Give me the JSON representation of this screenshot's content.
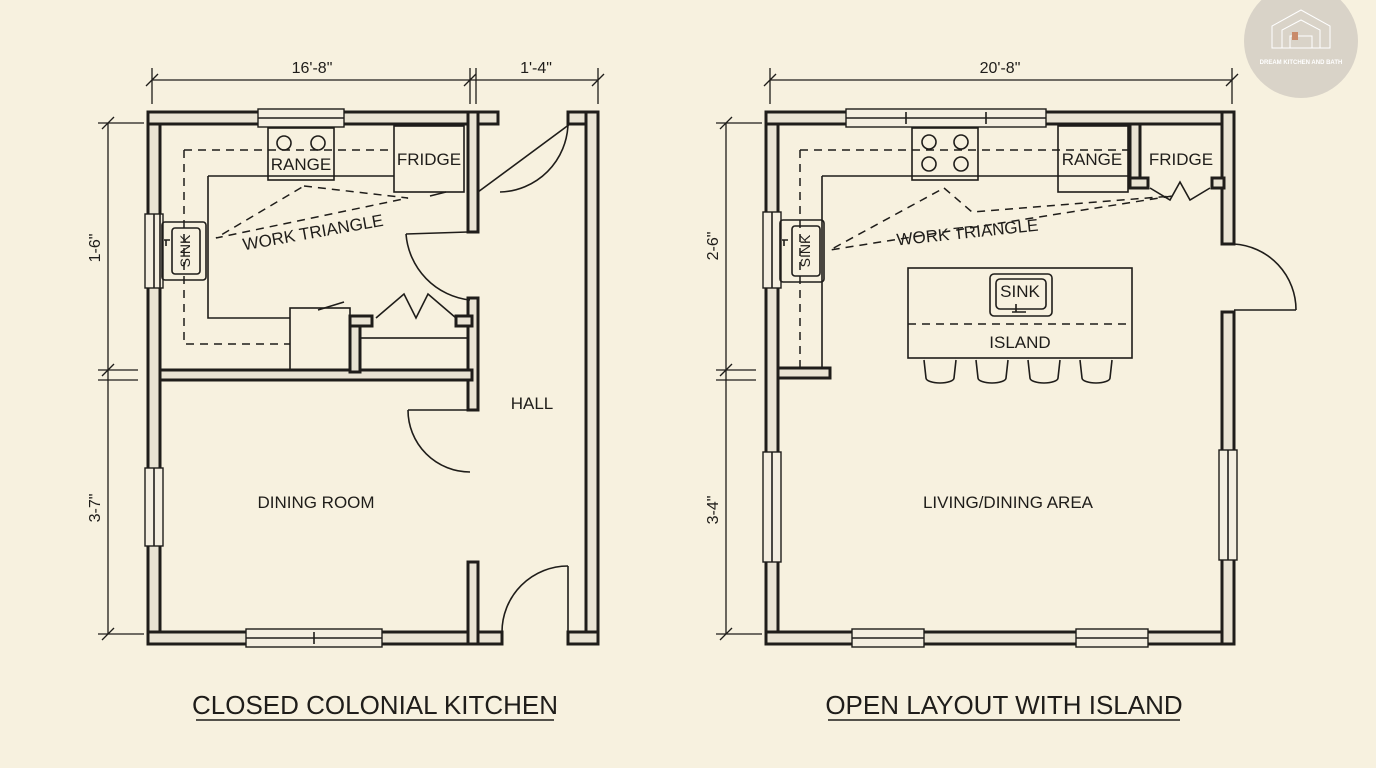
{
  "logo": {
    "text": "DREAM KITCHEN AND BATH",
    "color": "#d9d3c8"
  },
  "left_plan": {
    "title": "CLOSED COLONIAL KITCHEN",
    "dim_top_main": "16'-8\"",
    "dim_top_side": "1'-4\"",
    "dim_left_upper": "1-6\"",
    "dim_left_lower": "3-7\"",
    "range": "RANGE",
    "fridge": "FRIDGE",
    "sink": "SINK",
    "work_triangle": "WORK TRIANGLE",
    "hall": "HALL",
    "dining": "DINING ROOM"
  },
  "right_plan": {
    "title": "OPEN LAYOUT WITH ISLAND",
    "dim_top": "20'-8\"",
    "dim_left_upper": "2-6\"",
    "dim_left_lower": "3-4\"",
    "range": "RANGE",
    "fridge": "FRIDGE",
    "sink": "SINK",
    "island_sink": "SINK",
    "work_triangle": "WORK TRIANGLE",
    "island": "ISLAND",
    "living": "LIVING/DINING AREA"
  },
  "colors": {
    "background": "#f7f1df",
    "wall_fill": "#e9e3d3",
    "ink": "#1f1d1a"
  }
}
